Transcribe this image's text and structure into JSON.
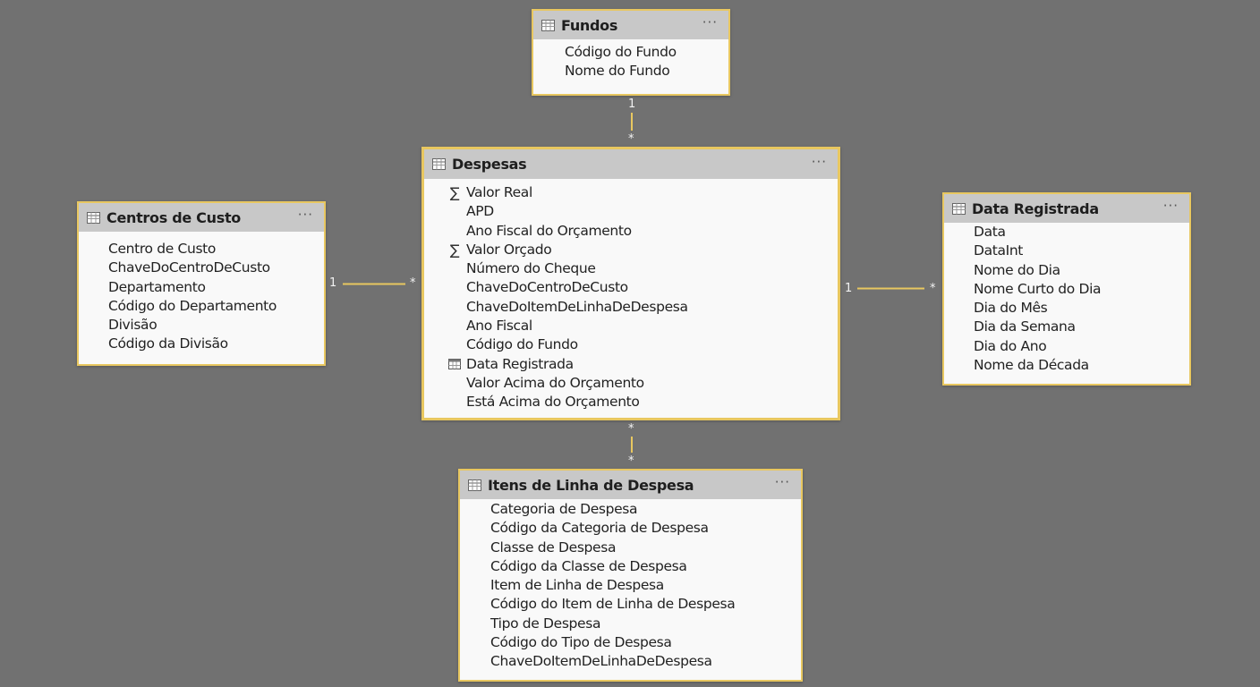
{
  "colors": {
    "background": "#717171",
    "card_border": "#e8c760",
    "card_header": "#c8c8c8",
    "relationship_line": "#e8c760"
  },
  "more_glyph": "···",
  "tables": {
    "fundos": {
      "title": "Fundos",
      "fields": [
        {
          "name": "Código do Fundo",
          "icon": "none"
        },
        {
          "name": "Nome do Fundo",
          "icon": "none"
        }
      ]
    },
    "despesas": {
      "title": "Despesas",
      "fields": [
        {
          "name": "Valor Real",
          "icon": "sigma-icon"
        },
        {
          "name": "APD",
          "icon": "none"
        },
        {
          "name": "Ano Fiscal do Orçamento",
          "icon": "none"
        },
        {
          "name": "Valor Orçado",
          "icon": "sigma-icon"
        },
        {
          "name": "Número do Cheque",
          "icon": "none"
        },
        {
          "name": "ChaveDoCentroDeCusto",
          "icon": "none"
        },
        {
          "name": "ChaveDoItemDeLinhaDeDespesa",
          "icon": "none"
        },
        {
          "name": "Ano Fiscal",
          "icon": "none"
        },
        {
          "name": "Código do Fundo",
          "icon": "none"
        },
        {
          "name": "Data Registrada",
          "icon": "calendar-icon"
        },
        {
          "name": "Valor Acima do Orçamento",
          "icon": "none"
        },
        {
          "name": "Está Acima do Orçamento",
          "icon": "none"
        }
      ]
    },
    "centros_de_custo": {
      "title": "Centros de Custo",
      "fields": [
        {
          "name": "Centro de Custo",
          "icon": "none"
        },
        {
          "name": "ChaveDoCentroDeCusto",
          "icon": "none"
        },
        {
          "name": "Departamento",
          "icon": "none"
        },
        {
          "name": "Código do Departamento",
          "icon": "none"
        },
        {
          "name": "Divisão",
          "icon": "none"
        },
        {
          "name": "Código da Divisão",
          "icon": "none"
        }
      ]
    },
    "data_registrada": {
      "title": "Data Registrada",
      "fields": [
        {
          "name": "Data",
          "icon": "none"
        },
        {
          "name": "DataInt",
          "icon": "none"
        },
        {
          "name": "Nome do Dia",
          "icon": "none"
        },
        {
          "name": "Nome Curto do Dia",
          "icon": "none"
        },
        {
          "name": "Dia do Mês",
          "icon": "none"
        },
        {
          "name": "Dia da Semana",
          "icon": "none"
        },
        {
          "name": "Dia do Ano",
          "icon": "none"
        },
        {
          "name": "Nome da Década",
          "icon": "none"
        }
      ]
    },
    "itens_de_linha": {
      "title": "Itens de Linha de Despesa",
      "fields": [
        {
          "name": "Categoria de Despesa",
          "icon": "none"
        },
        {
          "name": "Código da Categoria de Despesa",
          "icon": "none"
        },
        {
          "name": "Classe de Despesa",
          "icon": "none"
        },
        {
          "name": "Código da Classe de Despesa",
          "icon": "none"
        },
        {
          "name": "Item de Linha de Despesa",
          "icon": "none"
        },
        {
          "name": "Código do Item de Linha de Despesa",
          "icon": "none"
        },
        {
          "name": "Tipo de Despesa",
          "icon": "none"
        },
        {
          "name": "Código do Tipo de Despesa",
          "icon": "none"
        },
        {
          "name": "ChaveDoItemDeLinhaDeDespesa",
          "icon": "none"
        }
      ]
    }
  },
  "relationships": [
    {
      "id": "fundos-despesas",
      "from": "fundos",
      "to": "despesas",
      "from_card": "1",
      "to_card": "*"
    },
    {
      "id": "centros-despesas",
      "from": "centros_de_custo",
      "to": "despesas",
      "from_card": "1",
      "to_card": "*"
    },
    {
      "id": "data-despesas",
      "from": "despesas",
      "to": "data_registrada",
      "from_card": "1",
      "to_card": "*"
    },
    {
      "id": "despesas-itens",
      "from": "despesas",
      "to": "itens_de_linha",
      "from_card": "*",
      "to_card": "*"
    }
  ]
}
